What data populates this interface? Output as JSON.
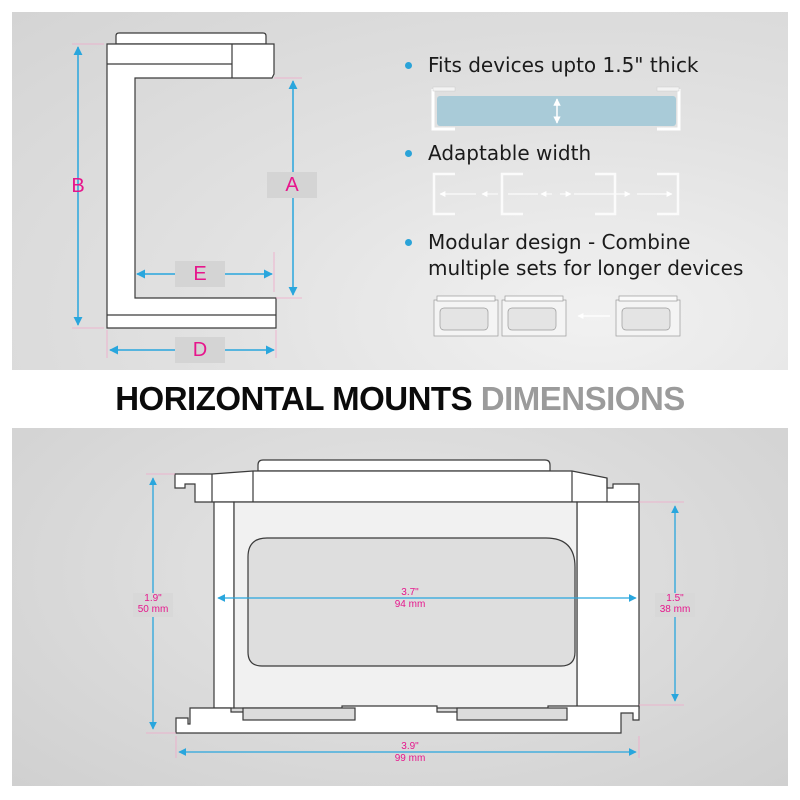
{
  "heading": {
    "primary": "HORIZONTAL MOUNTS",
    "secondary": "DIMENSIONS"
  },
  "features": [
    {
      "text": "Fits devices upto 1.5\" thick",
      "icon": "thickness-illustration"
    },
    {
      "text": "Adaptable width",
      "icon": "adaptable-width-illustration"
    },
    {
      "text_line1": "Modular design - Combine",
      "text_line2": "multiple sets for longer devices",
      "icon": "modular-combine-illustration"
    }
  ],
  "side_profile": {
    "labels": {
      "a": "A",
      "b": "B",
      "d": "D",
      "e": "E"
    }
  },
  "front_view": {
    "height_left": {
      "inches": "1.9\"",
      "mm": "50 mm"
    },
    "inner_width": {
      "inches": "3.7\"",
      "mm": "94 mm"
    },
    "height_right": {
      "inches": "1.5\"",
      "mm": "38 mm"
    },
    "total_width": {
      "inches": "3.9\"",
      "mm": "99 mm"
    }
  },
  "colors": {
    "dimension_line": "#29a6dd",
    "label_text": "#e6168c",
    "bullet": "#2aa3d8",
    "device_fill": "#a9cbd8",
    "outline": "#3a3a3a"
  }
}
